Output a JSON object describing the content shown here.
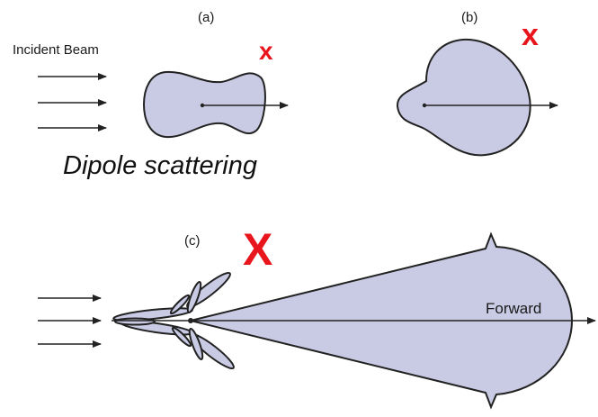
{
  "panels": {
    "a": {
      "label": "(a)",
      "mark": "x"
    },
    "b": {
      "label": "(b)",
      "mark": "x"
    },
    "c": {
      "label": "(c)",
      "mark": "X"
    }
  },
  "incident_beam_label": "Incident Beam",
  "caption": "Dipole scattering",
  "forward_label": "Forward",
  "colors": {
    "lobe_fill": "#c9cbe4",
    "outline": "#222222",
    "mark": "#e8161c"
  }
}
